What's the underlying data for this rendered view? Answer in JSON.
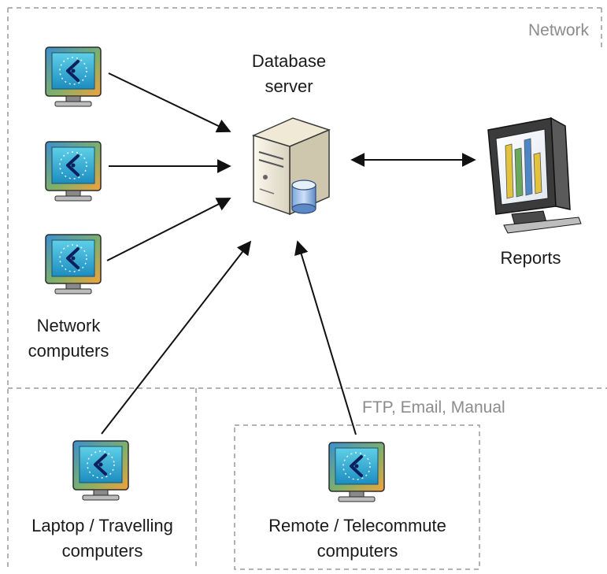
{
  "zones": {
    "network": "Network",
    "remote_channels": "FTP, Email, Manual"
  },
  "nodes": {
    "database_server": {
      "line1": "Database",
      "line2": "server",
      "icon": "database-server-icon"
    },
    "reports": {
      "label": "Reports",
      "icon": "reports-monitor-icon"
    },
    "network_computers": {
      "line1": "Network",
      "line2": "computers",
      "icon": "computer-icon"
    },
    "laptop": {
      "line1": "Laptop / Travelling",
      "line2": "computers",
      "icon": "computer-icon"
    },
    "remote": {
      "line1": "Remote / Telecommute",
      "line2": "computers",
      "icon": "computer-icon"
    }
  },
  "colors": {
    "dashed_border": "#9a9a9a",
    "zone_text": "#8c8c8c",
    "arrow": "#111111",
    "monitor_frame": "#f0a63a",
    "monitor_screen": "#1a9bc4",
    "bar_yellow": "#e3c23c",
    "bar_green": "#6aa85a",
    "bar_blue": "#4f86c6"
  }
}
